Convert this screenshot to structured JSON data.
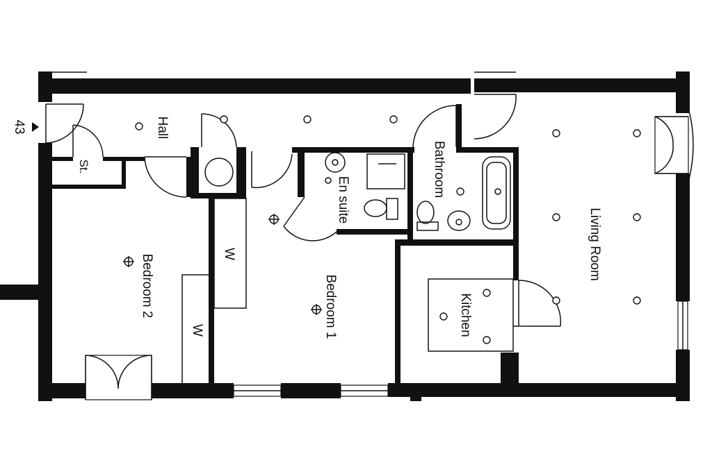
{
  "plan": {
    "unit_number": "43",
    "rooms": {
      "hall": "Hall",
      "store": "St.",
      "bedroom2": "Bedroom 2",
      "bedroom1": "Bedroom 1",
      "ensuite": "En suite",
      "bathroom": "Bathroom",
      "kitchen": "Kitchen",
      "living": "Living Room"
    },
    "wardrobe_1": "W",
    "wardrobe_2": "W"
  }
}
